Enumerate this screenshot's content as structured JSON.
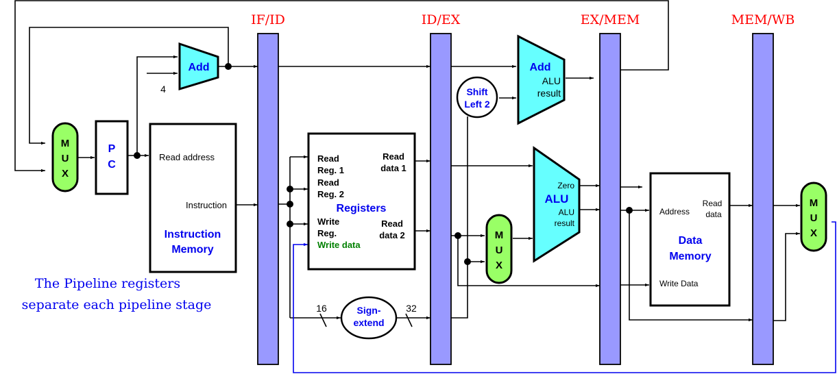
{
  "diagram": {
    "caption": {
      "line1": "The Pipeline registers",
      "line2": "separate each pipeline stage"
    },
    "pipeline_registers": [
      {
        "label": "IF/ID"
      },
      {
        "label": "ID/EX"
      },
      {
        "label": "EX/MEM"
      },
      {
        "label": "MEM/WB"
      }
    ],
    "units": {
      "pc_mux": {
        "letters": [
          "M",
          "U",
          "X"
        ]
      },
      "pc": {
        "letters": [
          "P",
          "C"
        ]
      },
      "pc_adder": {
        "title": "Add",
        "const_input": "4"
      },
      "instruction_memory": {
        "title_line1": "Instruction",
        "title_line2": "Memory",
        "port_read_address": "Read address",
        "port_instruction": "Instruction"
      },
      "registers": {
        "title": "Registers",
        "in_read_reg1_l1": "Read",
        "in_read_reg1_l2": "Reg. 1",
        "in_read_reg2_l1": "Read",
        "in_read_reg2_l2": "Reg. 2",
        "in_write_reg_l1": "Write",
        "in_write_reg_l2": "Reg.",
        "in_write_data": "Write data",
        "out_read_data1_l1": "Read",
        "out_read_data1_l2": "data 1",
        "out_read_data2_l1": "Read",
        "out_read_data2_l2": "data 2"
      },
      "sign_extend": {
        "line1": "Sign-",
        "line2": "extend",
        "in_width": "16",
        "out_width": "32"
      },
      "shift_left": {
        "line1": "Shift",
        "line2": "Left 2"
      },
      "branch_adder": {
        "title": "Add",
        "out_l1": "ALU",
        "out_l2": "result"
      },
      "alu_src_mux": {
        "letters": [
          "M",
          "U",
          "X"
        ]
      },
      "alu": {
        "title": "ALU",
        "out_zero": "Zero",
        "out_l1": "ALU",
        "out_l2": "result"
      },
      "data_memory": {
        "title_line1": "Data",
        "title_line2": "Memory",
        "port_address": "Address",
        "port_read_l1": "Read",
        "port_read_l2": "data",
        "port_write": "Write Data"
      },
      "wb_mux": {
        "letters": [
          "M",
          "U",
          "X"
        ]
      }
    },
    "colors": {
      "pipeline_register": "#9999ff",
      "alu": "#66ffff",
      "mux": "#99ff66",
      "stage_label": "#ff0000",
      "unit_title": "#0000ee",
      "write_back_wire": "#0000ee",
      "write_data_label": "#008000"
    }
  }
}
